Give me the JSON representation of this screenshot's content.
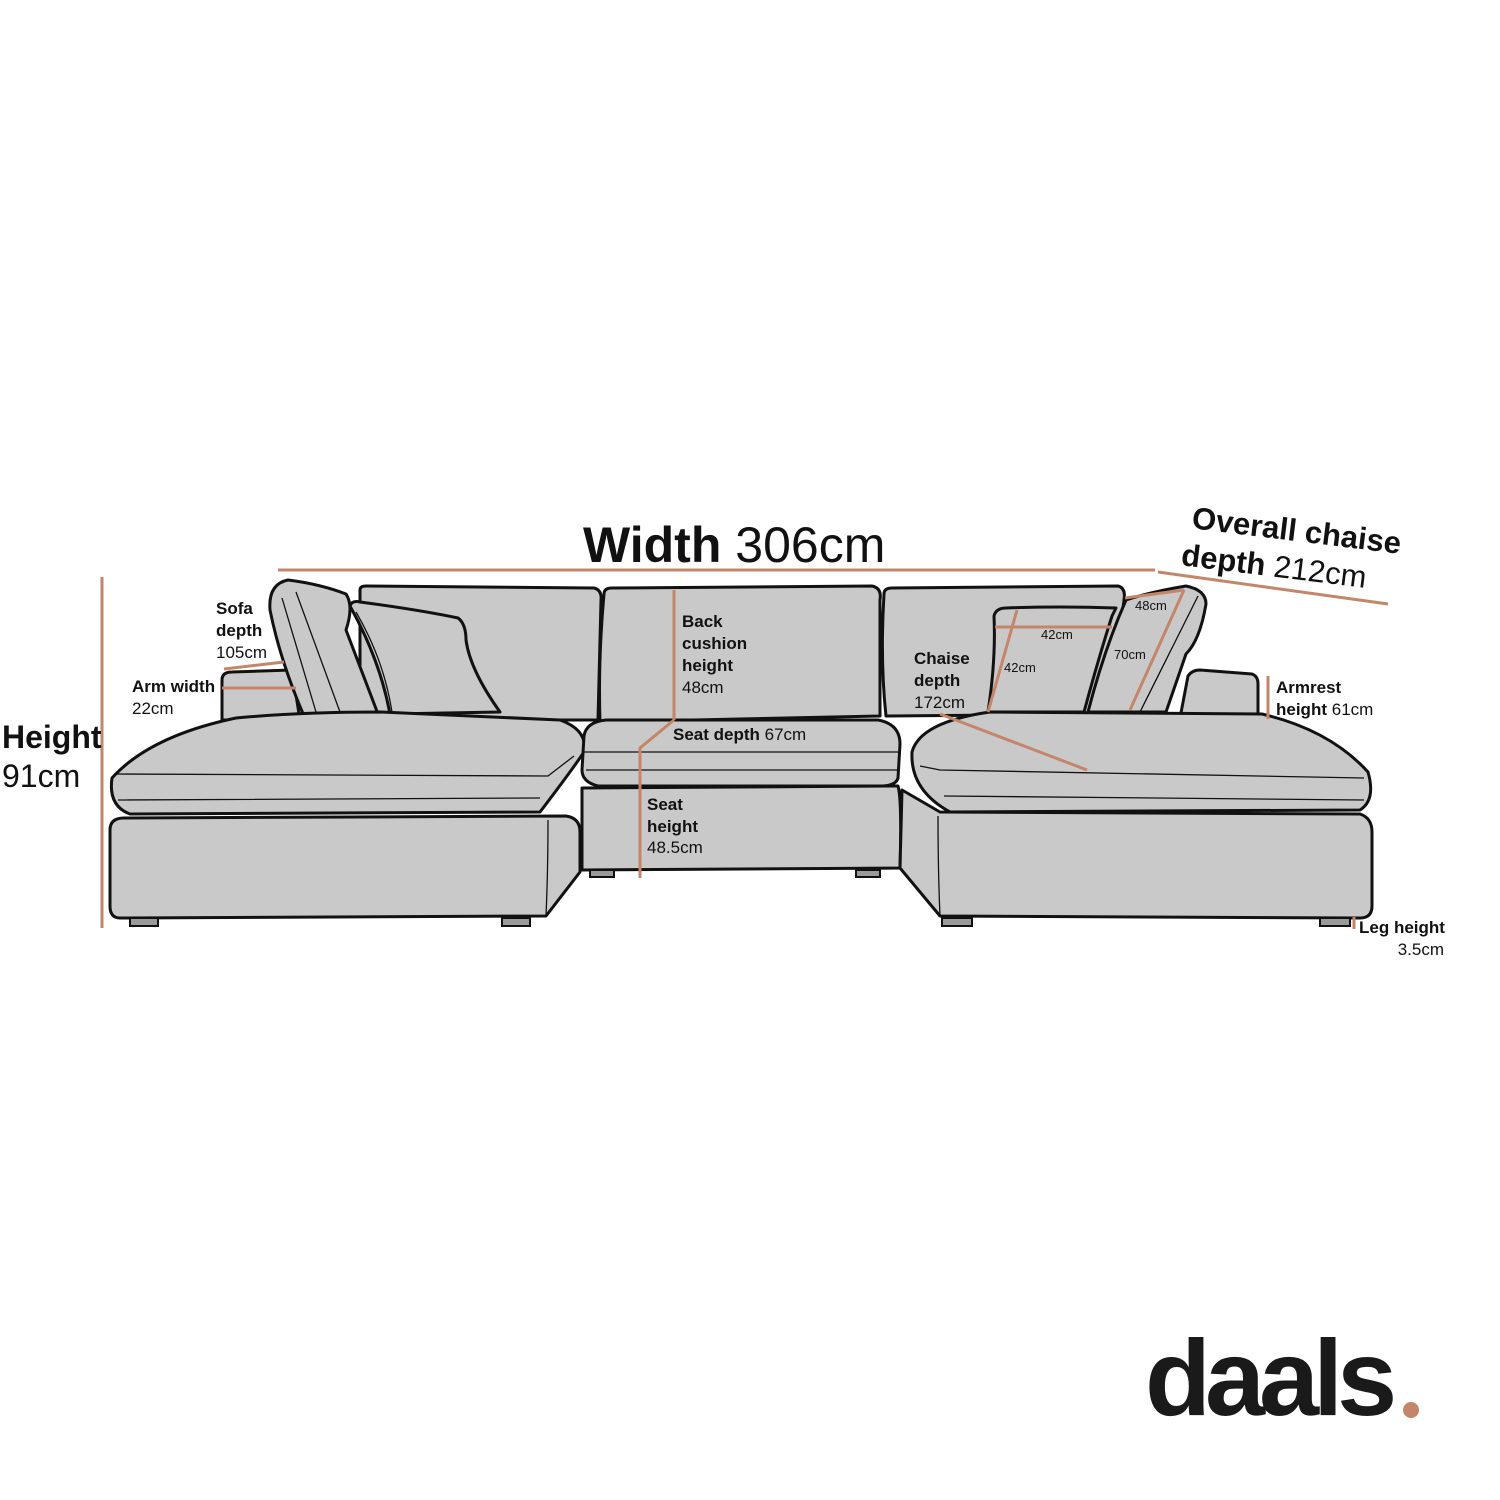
{
  "labels": {
    "width": {
      "name": "Width",
      "value": "306cm"
    },
    "chaise_overall": {
      "name_line1": "Overall chaise",
      "name_line2": "depth",
      "value": "212cm"
    },
    "height": {
      "name": "Height",
      "value": "91cm"
    },
    "sofa_depth": {
      "line1": "Sofa",
      "line2": "depth",
      "value": "105cm"
    },
    "arm_width": {
      "name": "Arm width",
      "value": "22cm"
    },
    "back_cushion_height": {
      "line1": "Back",
      "line2": "cushion",
      "line3": "height",
      "value": "48cm"
    },
    "seat_depth": {
      "name": "Seat depth",
      "value": "67cm"
    },
    "seat_height": {
      "line1": "Seat",
      "line2": "height",
      "value": "48.5cm"
    },
    "chaise_depth": {
      "line1": "Chaise",
      "line2": "depth",
      "value": "172cm"
    },
    "pillow_width": "42cm",
    "pillow_height": "42cm",
    "back_pillow_top": "48cm",
    "back_pillow_length": "70cm",
    "armrest_height": {
      "line1": "Armrest",
      "line2": "height",
      "value": "61cm"
    },
    "leg_height": {
      "name": "Leg height",
      "value": "3.5cm"
    }
  },
  "logo": {
    "text": "daals",
    "dot": "."
  },
  "colors": {
    "accent": "#c4866a",
    "sofa_fill": "#c9c9c9",
    "outline": "#111111"
  }
}
